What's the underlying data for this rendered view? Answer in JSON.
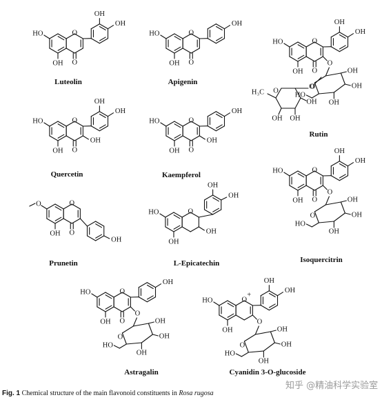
{
  "compounds": [
    {
      "name": "Luteolin"
    },
    {
      "name": "Apigenin"
    },
    {
      "name": "Rutin"
    },
    {
      "name": "Quercetin"
    },
    {
      "name": "Kaempferol"
    },
    {
      "name": "Isoquercitrin"
    },
    {
      "name": "Prunetin"
    },
    {
      "name": "L-Epicatechin"
    },
    {
      "name": "Astragalin"
    },
    {
      "name": "Cyanidin 3-O-glucoside"
    }
  ],
  "atom_labels": {
    "oh": "OH",
    "o": "O",
    "ho": "HO",
    "o_plus": "O",
    "plus": "+",
    "h3c": "H₃C"
  },
  "caption": {
    "label": "Fig. 1",
    "text": "Chemical structure of the main flavonoid constituents in",
    "species": "Rosa rugosa"
  },
  "watermark": "知乎 @精油科学实验室"
}
